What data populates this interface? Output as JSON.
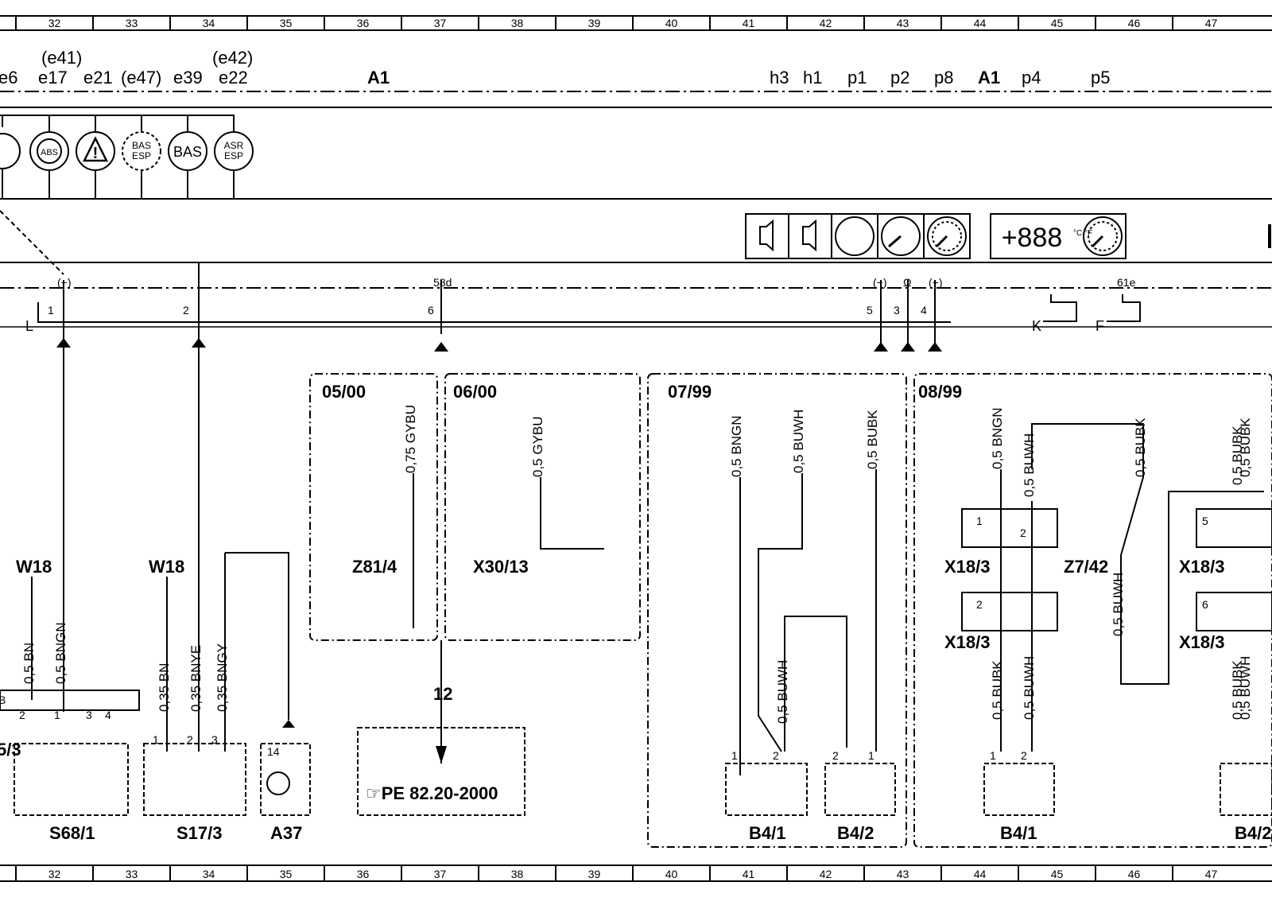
{
  "ruler_numbers": [
    "32",
    "33",
    "34",
    "35",
    "36",
    "37",
    "38",
    "39",
    "40",
    "41",
    "42",
    "43",
    "44",
    "45",
    "46",
    "47"
  ],
  "top_labels": {
    "e6": "e6",
    "e17": "e17",
    "e41": "(e41)",
    "e21": "e21",
    "e47": "(e47)",
    "e39": "e39",
    "e22": "e22",
    "e42": "(e42)",
    "a1_left": "A1",
    "h3": "h3",
    "h1": "h1",
    "p1": "p1",
    "p2": "p2",
    "p8": "p8",
    "a1_right": "A1",
    "p4": "p4",
    "p5": "p5"
  },
  "warning_lamps": {
    "abs": "ABS",
    "bas_esp_top": "BAS",
    "bas_esp_bottom": "ESP",
    "bas": "BAS",
    "asr_top": "ASR",
    "asr_bottom": "ESP"
  },
  "display_readout": "+888",
  "display_units": "°C °F",
  "bus_labels": {
    "minus": "(−)",
    "l": "L",
    "pin1": "1",
    "pin2": "2",
    "pin6": "6",
    "58d": "58d",
    "minus2": "(−)",
    "omega": "Ω",
    "plus": "(+)",
    "pin5": "5",
    "pin3": "3",
    "pin4": "4",
    "k": "K",
    "f": "F",
    "61e": "61e"
  },
  "dates": {
    "d1": "05/00",
    "d2": "06/00",
    "d3": "07/99",
    "d4": "08/99"
  },
  "wires": {
    "w1": "0,75 GYBU",
    "w2": "0,5 GYBU",
    "w3": "0,5 BNGN",
    "w4": "0,5 BUWH",
    "w5": "0,5 BUBK",
    "w6": "0,5 BNGN",
    "w7": "0,5 BUWH",
    "w8": "0,5 BUBK",
    "w9": "0,5 BUWH",
    "w10": "0,5 BUWH",
    "w11": "0,5 BUBK",
    "w12": "0,5 BUWH",
    "w13": "0,5 BUBK",
    "w14": "0,5 BUBK",
    "w15": "0,5 BUBK",
    "w16": "0,5 BUWH",
    "w17": "0,5 BN",
    "w18": "0,5 BNGN",
    "w19": "0,35 BN",
    "w20": "0,35 BNYE",
    "w21": "0,35 BNGY"
  },
  "components": {
    "w18a": "W18",
    "w18b": "W18",
    "z81": "Z81/4",
    "x30": "X30/13",
    "x18_1": "X18/3",
    "x18_2": "X18/3",
    "x18_3": "X18/3",
    "x18_4": "X18/3",
    "z7": "Z7/42",
    "s68": "S68/1",
    "s17": "S17/3",
    "a37": "A37",
    "b41a": "B4/1",
    "b42a": "B4/2",
    "b41b": "B4/1",
    "b42b": "B4/2",
    "s5_partial": "5/3",
    "b_partial": "B",
    "ref12": "12",
    "pe": "☞PE 82.20-2000"
  },
  "connector_pins": {
    "one": "1",
    "two": "2",
    "three": "3",
    "four": "4",
    "five": "5",
    "six": "6",
    "fourteen": "14"
  }
}
